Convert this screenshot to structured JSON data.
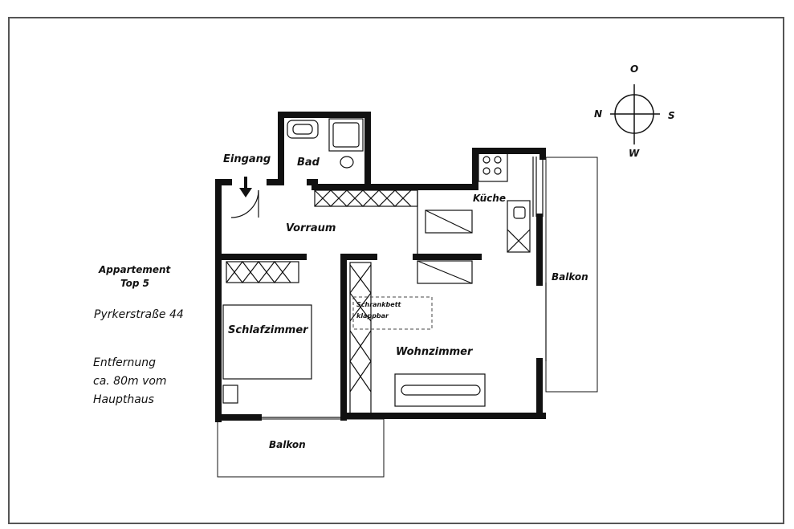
{
  "rooms": {
    "eingang": "Eingang",
    "bad": "Bad",
    "vorraum": "Vorraum",
    "kueche": "Küche",
    "balkon_right": "Balkon",
    "schlafzimmer": "Schlafzimmer",
    "wohnzimmer": "Wohnzimmer",
    "balkon_bottom": "Balkon",
    "schrankbett_line1": "Schrankbett",
    "schrankbett_line2": "klappbar"
  },
  "info": {
    "title_line1": "Appartement",
    "title_line2": "Top 5",
    "address": "Pyrkerstraße 44",
    "distance_line1": "Entfernung",
    "distance_line2": "ca. 80m vom",
    "distance_line3": "Haupthaus"
  },
  "compass": {
    "top": "O",
    "left": "N",
    "right": "S",
    "bottom": "W"
  }
}
